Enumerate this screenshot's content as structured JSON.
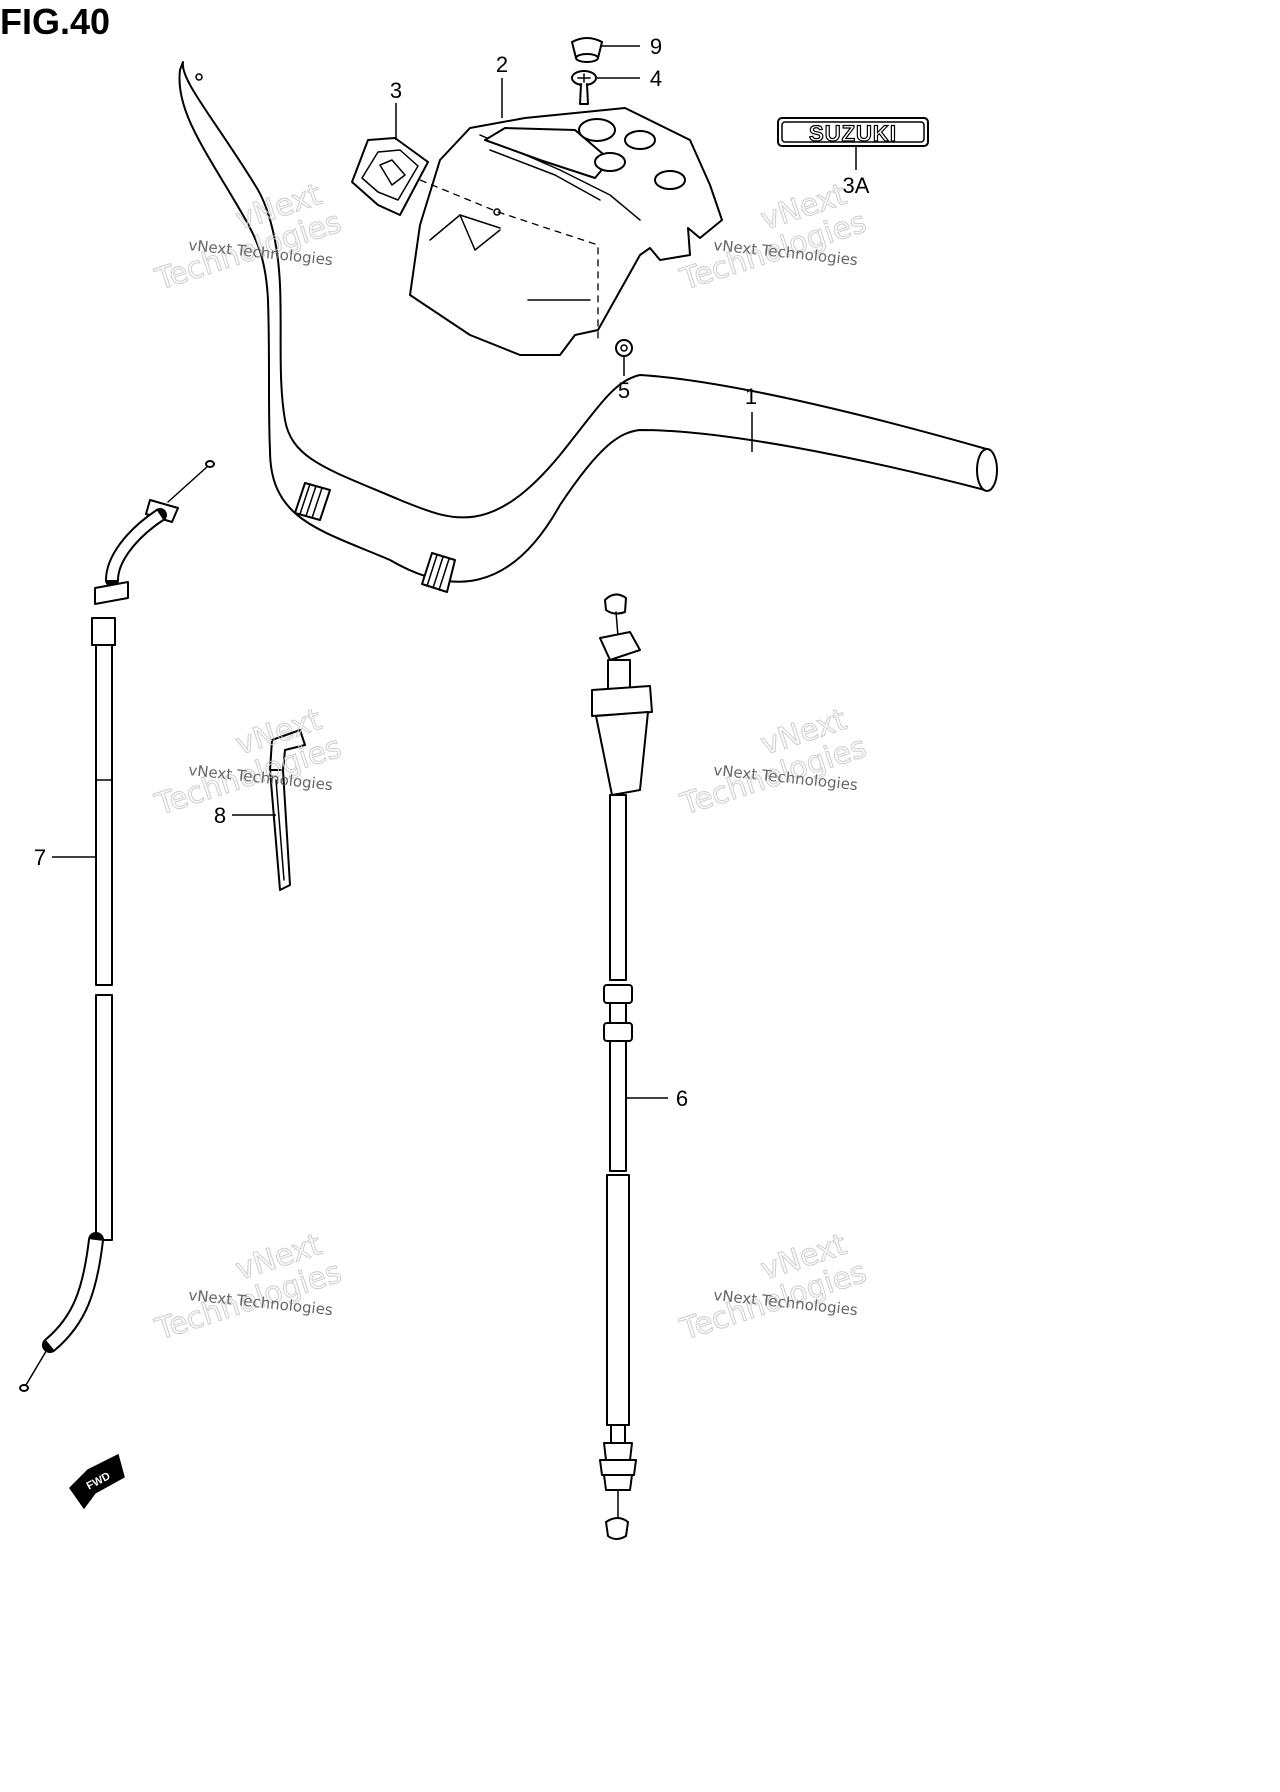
{
  "figure": {
    "title": "FIG.40"
  },
  "callouts": {
    "p1": "1",
    "p2": "2",
    "p3": "3",
    "p3a": "3A",
    "p4": "4",
    "p5": "5",
    "p6": "6",
    "p7": "7",
    "p8": "8",
    "p9": "9"
  },
  "emblem": {
    "logo_text": "SUZUKI"
  },
  "direction_marker": {
    "label": "FWD"
  },
  "watermarks": {
    "line1": "vNext Technologies",
    "line2": "vNext",
    "line3": "Technologies"
  }
}
